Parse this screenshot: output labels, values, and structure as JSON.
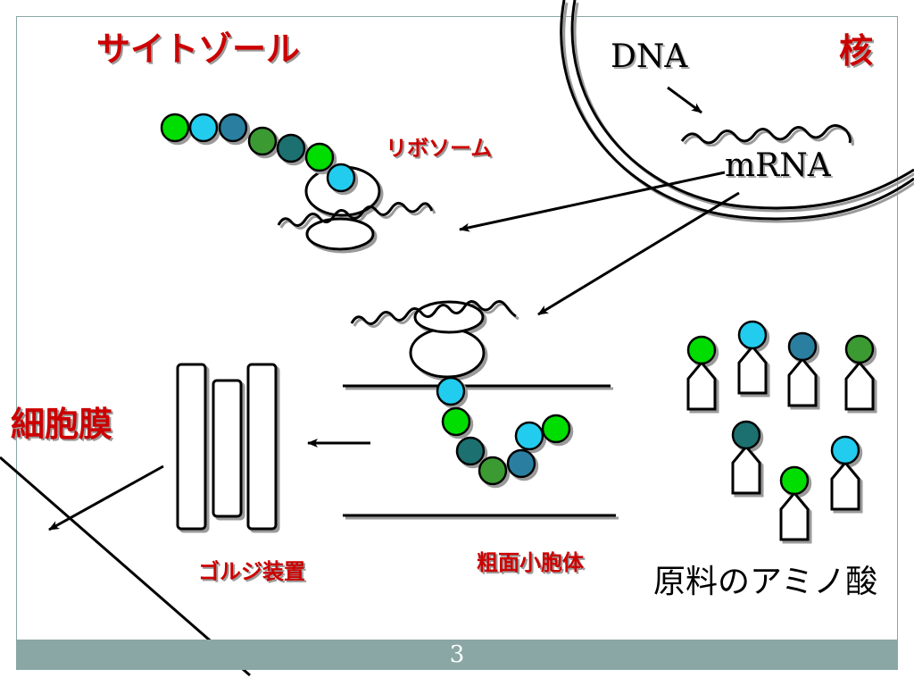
{
  "labels": {
    "cytosol": "サイトゾール",
    "nucleus": "核",
    "dna": "DNA",
    "mrna": "mRNA",
    "ribosome": "リボソーム",
    "cell_membrane": "細胞膜",
    "golgi": "ゴルジ装置",
    "rough_er": "粗面小胞体",
    "amino_acids": "原料のアミノ酸"
  },
  "footer": {
    "page_number": "3"
  },
  "colors": {
    "label_red": "#cc0000",
    "green": "#00dd00",
    "cyan": "#22ccee",
    "steel_blue": "#2a7fa0",
    "forest_green": "#3a9a30",
    "teal": "#1f7070",
    "footer_bar": "#8aa7a5"
  }
}
